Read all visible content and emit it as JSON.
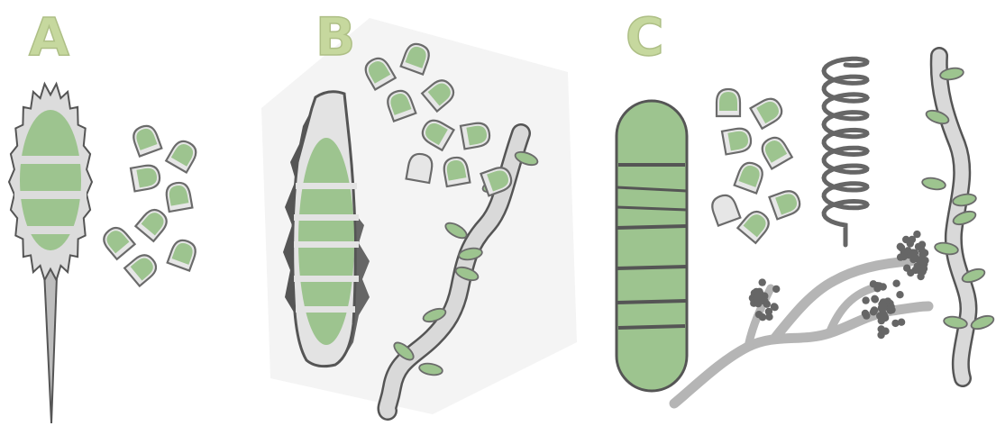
{
  "panels": [
    {
      "id": "A",
      "label": "A"
    },
    {
      "id": "B",
      "label": "B"
    },
    {
      "id": "C",
      "label": "C"
    }
  ],
  "colors": {
    "label": "#c6d89e",
    "green_fill": "#9dc48f",
    "grey_fill": "#e6e6e6",
    "outline": "#6b6b6b",
    "filament": "#b5b5b5",
    "dots": "#666666"
  }
}
